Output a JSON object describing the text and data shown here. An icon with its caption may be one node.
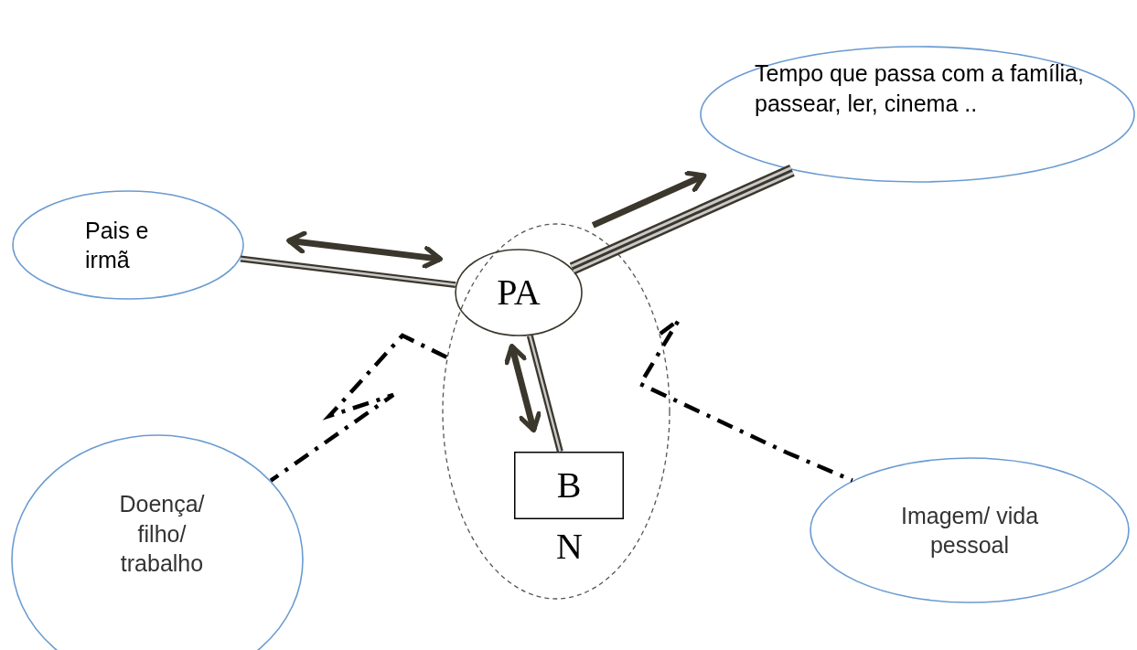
{
  "diagram": {
    "nodes": [
      {
        "text": [],
        "shape": "ellipse"
      },
      {
        "text": [
          "PA"
        ],
        "in": 0
      },
      {
        "text": [
          "B"
        ],
        "in": 0,
        "beside": [
          "N"
        ]
      },
      {
        "text": [
          "Pais e irmã"
        ]
      },
      {
        "text": [
          "Tempo que passa com a família, passear, ler, cinema .."
        ]
      },
      {
        "text": [
          "Doença/ filho/ trabalho"
        ]
      },
      {
        "text": [
          "Imagem/ vida pessoal"
        ]
      }
    ],
    "edges": [
      {
        "from": 3,
        "to": 1,
        "arrow": "none"
      },
      {
        "from": 3,
        "to": 1,
        "arrow": "both"
      },
      {
        "from": 1,
        "to": 4,
        "arrow": "none",
        "style": "thick"
      },
      {
        "from": 1,
        "to": 4,
        "arrow": "to"
      },
      {
        "from": 1,
        "to": 2,
        "arrow": "none"
      },
      {
        "from": 1,
        "to": 2,
        "arrow": "both"
      },
      {
        "from": 0,
        "to": 5,
        "arrow": "none",
        "style": "dashed",
        "color": "#000000"
      },
      {
        "from": 0,
        "to": 6,
        "arrow": "none",
        "style": "dashed",
        "color": "#000000"
      }
    ]
  }
}
